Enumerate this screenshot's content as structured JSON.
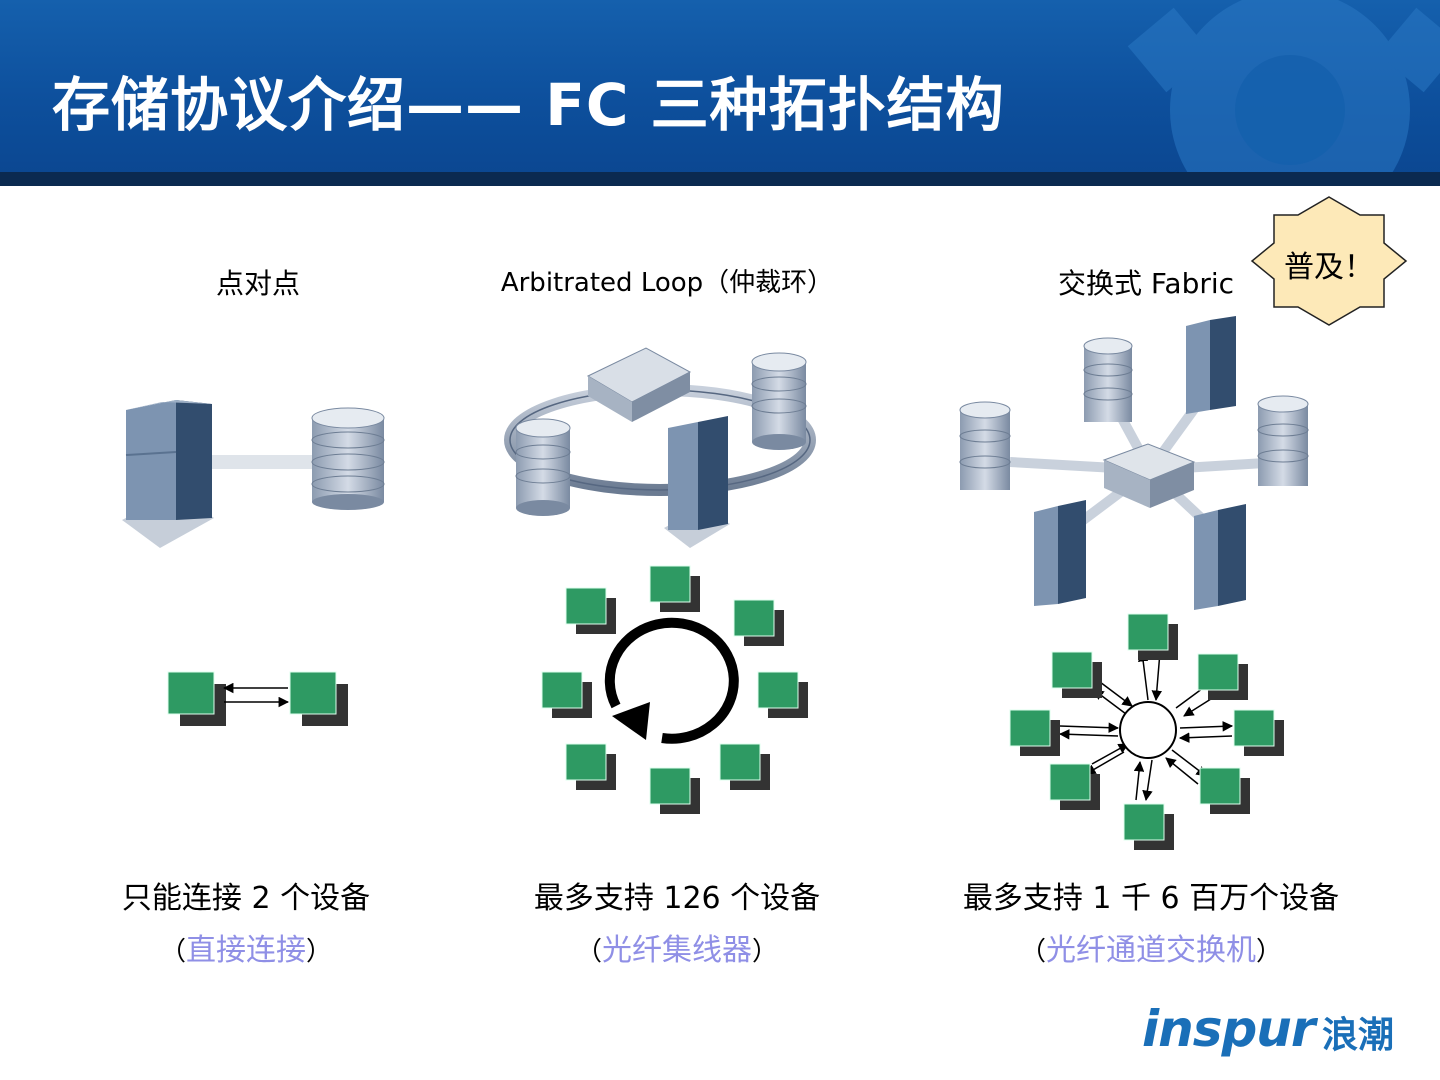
{
  "header": {
    "title": "存储协议介绍——  FC 三种拓扑结构"
  },
  "badge": {
    "text": "普及！"
  },
  "columns": [
    {
      "title": "点对点",
      "caption": "只能连接  2 个设备",
      "sub_open": "（",
      "sub_link": "直接连接",
      "sub_close": "）"
    },
    {
      "title": "Arbitrated Loop（仲裁环）",
      "caption": "最多支持 126 个设备",
      "sub_open": "（",
      "sub_link": "光纤集线器",
      "sub_close": "）"
    },
    {
      "title": "交换式  Fabric",
      "caption": "最多支持 1 千 6 百万个设备",
      "sub_open": "（",
      "sub_link": "光纤通道交换机",
      "sub_close": "）"
    }
  ],
  "logo": {
    "wordmark": "inspur",
    "chinese": "浪潮"
  },
  "colors": {
    "header_blue": "#0d4f9c",
    "node_green": "#2e9a63",
    "link_lavender": "#8f8fe6",
    "badge_fill": "#fde9b8",
    "logo_blue": "#1a6fb8"
  }
}
